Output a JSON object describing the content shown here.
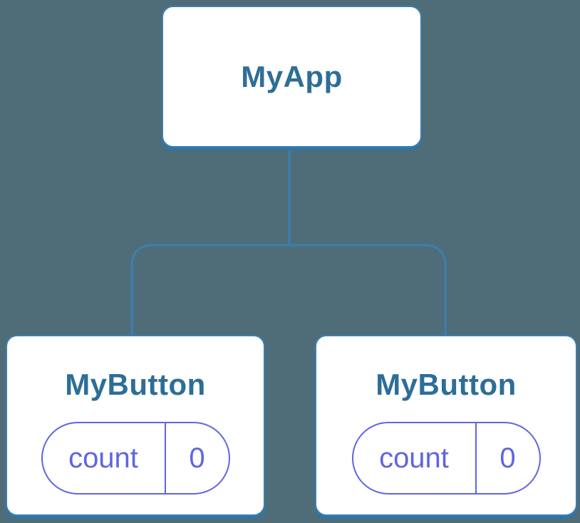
{
  "diagram": {
    "root": {
      "label": "MyApp"
    },
    "children": [
      {
        "label": "MyButton",
        "state": {
          "key": "count",
          "value": "0"
        }
      },
      {
        "label": "MyButton",
        "state": {
          "key": "count",
          "value": "0"
        }
      }
    ]
  },
  "colors": {
    "background": "#4f6d78",
    "node_background": "#ffffff",
    "node_border": "#3a7fb2",
    "node_shadow": "#2f74a8",
    "connector": "#3a7fb2",
    "label_text": "#2d6e97",
    "state_accent": "#6065e0"
  }
}
